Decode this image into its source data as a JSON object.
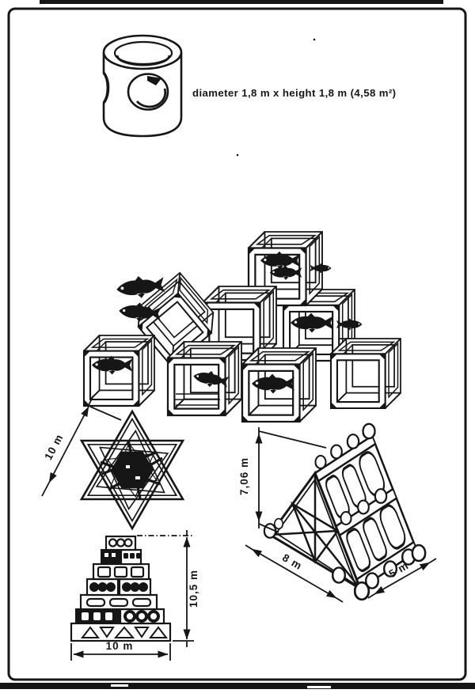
{
  "page": {
    "background": "#ffffff",
    "ink": "#161616"
  },
  "figures": {
    "cylinder_module": {
      "label": "diameter 1,8 m x height 1,8 m (4,58 m²)"
    },
    "star_reef": {
      "side_dimension": "10 m"
    },
    "block_pyramid_reef": {
      "height_dimension": "10,5 m",
      "base_dimension": "10 m"
    },
    "prism_reef": {
      "height_dimension": "7,06 m",
      "base_length_dimension": "8 m",
      "base_width_dimension": "5 m"
    }
  }
}
